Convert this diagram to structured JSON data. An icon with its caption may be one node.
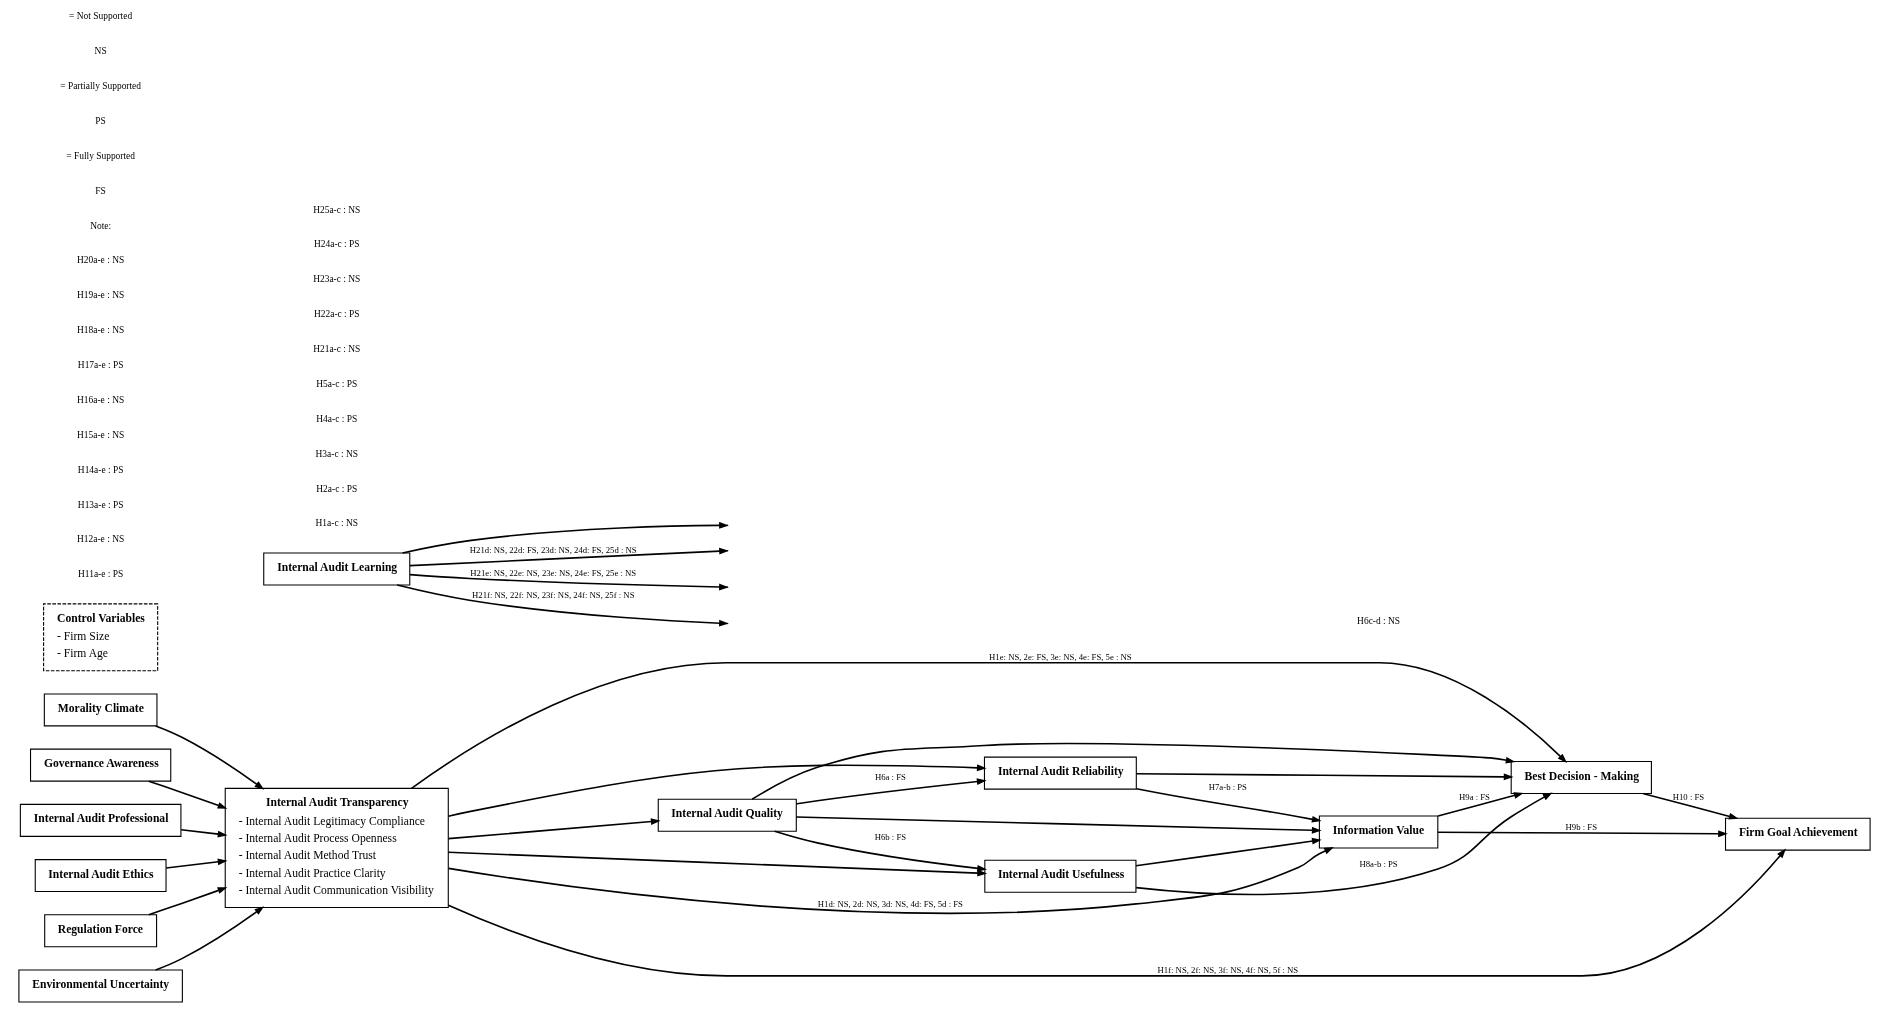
{
  "diagram": {
    "nodes": [
      {
        "text": [
          "Morality Climate"
        ]
      },
      {
        "text": [
          "Governance Awareness"
        ]
      },
      {
        "text": [
          "Internal Audit Professional"
        ]
      },
      {
        "text": [
          "Internal Audit Ethics"
        ]
      },
      {
        "text": [
          "Regulation Force"
        ]
      },
      {
        "text": [
          "Environmental Uncertainty"
        ]
      },
      {
        "text": [
          "Control Variables",
          "- Firm Size",
          "- Firm Age"
        ]
      },
      {
        "text": [
          "Internal Audit Transparency",
          "- Internal Audit Legitimacy Compliance",
          "- Internal Audit Process Openness",
          "- Internal Audit Method Trust",
          "- Internal Audit Practice Clarity",
          "- Internal Audit Communication Visibility"
        ]
      },
      {
        "text": [
          "Internal Audit Reliability"
        ]
      },
      {
        "text": [
          "Internal Audit Quality"
        ]
      },
      {
        "text": [
          "Internal Audit Usefulness"
        ]
      },
      {
        "text": [
          "Information Value"
        ]
      },
      {
        "text": [
          "Best Decision - Making"
        ]
      },
      {
        "text": [
          "Firm Goal Achievement"
        ]
      },
      {
        "text": [
          "Internal Audit Learning"
        ]
      }
    ],
    "edges": [
      {
        "from": 1,
        "to": 7,
        "arrow": "to"
      },
      {
        "from": 2,
        "to": 7,
        "arrow": "to"
      },
      {
        "from": 3,
        "to": 7,
        "arrow": "to"
      },
      {
        "from": 4,
        "to": 7,
        "arrow": "to"
      },
      {
        "from": 5,
        "to": 7,
        "arrow": "to"
      },
      {
        "from": 0,
        "to": 7,
        "arrow": "to"
      },
      {
        "from": 7,
        "to": 11,
        "arrow": "to",
        "label": "H1d: NS, 2d: NS, 3d: NS, 4d: FS, 5d : FS"
      },
      {
        "from": 7,
        "to": 8,
        "arrow": "to"
      },
      {
        "from": 7,
        "to": 9,
        "arrow": "to"
      },
      {
        "from": 7,
        "to": 10,
        "arrow": "to"
      },
      {
        "from": 9,
        "to": 8,
        "arrow": "to",
        "label": "H6a : FS"
      },
      {
        "from": 9,
        "to": 10,
        "arrow": "to",
        "label": "H6b : FS"
      },
      {
        "from": 8,
        "to": 11,
        "arrow": "to",
        "label": "H7a-b : PS"
      },
      {
        "from": 9,
        "to": 11,
        "arrow": "to"
      },
      {
        "from": 10,
        "to": 11,
        "arrow": "to"
      },
      {
        "from": 8,
        "to": 12,
        "arrow": "to"
      },
      {
        "from": 9,
        "to": 12,
        "arrow": "to"
      },
      {
        "from": 10,
        "to": 12,
        "arrow": "to",
        "label": "H8a-b : PS"
      },
      {
        "from": 11,
        "to": 12,
        "arrow": "to",
        "label": "H9a : FS"
      },
      {
        "from": 11,
        "to": 13,
        "arrow": "to",
        "label": "H9b : FS"
      },
      {
        "from": 12,
        "to": 13,
        "arrow": "to",
        "label": "H10 : FS"
      },
      {
        "from": 7,
        "to": 12,
        "arrow": "to",
        "label": "H1e: NS, 2e: FS, 3e: NS, 4e: FS, 5e : NS"
      },
      {
        "from": 7,
        "to": 13,
        "arrow": "to",
        "label": "H1f: NS, 2f: NS, 3f: NS, 4f: NS, 5f : NS"
      },
      {
        "from": 14,
        "to": null,
        "arrow": "to"
      },
      {
        "from": 14,
        "to": null,
        "arrow": "to",
        "label": "H21d: NS, 22d: FS, 23d: NS, 24d: FS, 25d : NS"
      },
      {
        "from": 14,
        "to": null,
        "arrow": "to",
        "label": "H21e: NS, 22e: NS, 23e: NS, 24e: FS, 25e : NS"
      },
      {
        "from": 14,
        "to": null,
        "arrow": "to",
        "label": "H21f: NS, 22f: NS, 23f: NS, 24f: NS, 25f : NS"
      }
    ],
    "labels": [
      "H11a-e : PS",
      "H12a-e : NS",
      "H13a-e : PS",
      "H14a-e : PS",
      "H15a-e : NS",
      "H16a-e : NS",
      "H17a-e : PS",
      "H18a-e : NS",
      "H19a-e : NS",
      "H20a-e : NS",
      "H1a-c : NS",
      "H2a-c : PS",
      "H3a-c : NS",
      "H4a-c : PS",
      "H5a-c : PS",
      "H6c-d : NS",
      "H21a-c : NS",
      "H22a-c : PS",
      "H23a-c : NS",
      "H24a-c : PS",
      "H25a-c : NS",
      "Note:",
      "FS",
      "= Fully Supported",
      "PS",
      "= Partially Supported",
      "NS",
      "= Not Supported"
    ]
  }
}
